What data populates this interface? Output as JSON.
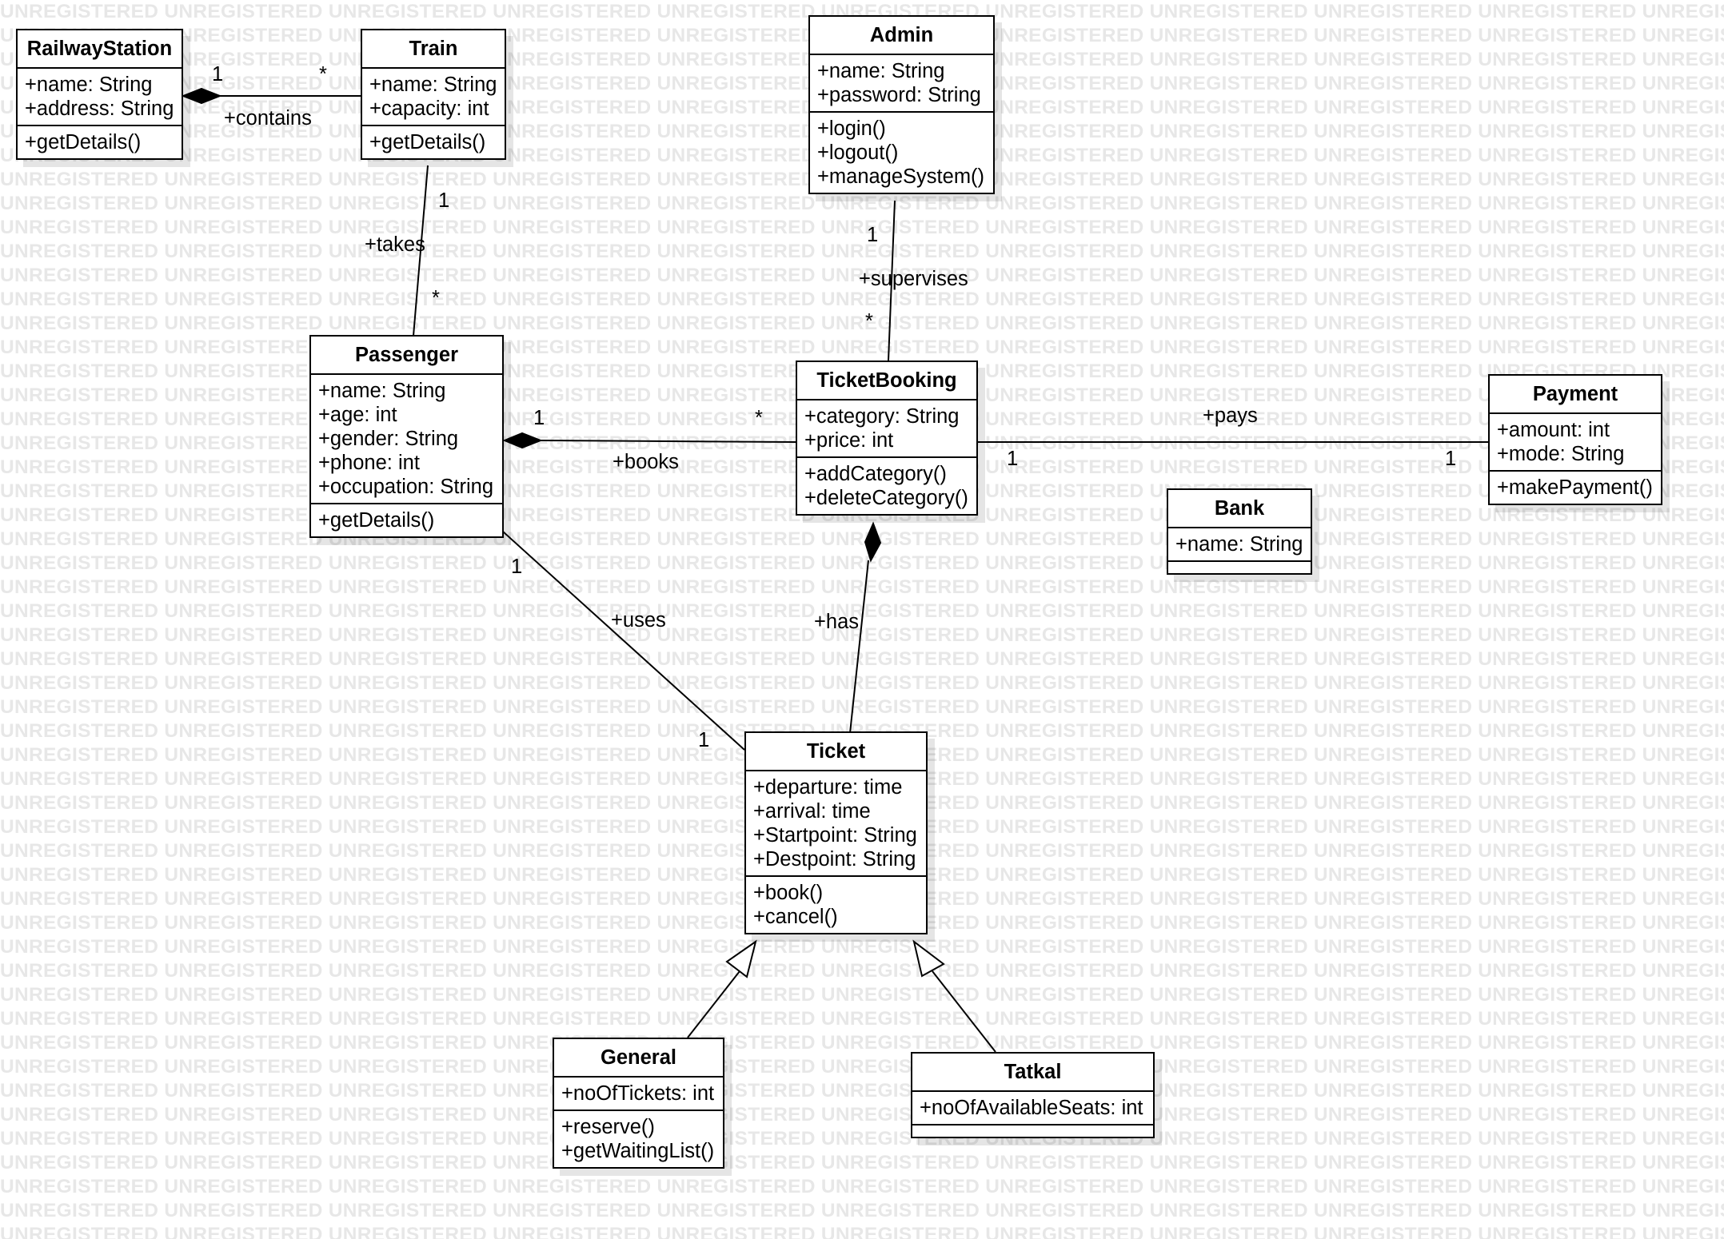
{
  "watermark_text": "UNREGISTERED",
  "classes": {
    "railway_station": {
      "name": "RailwayStation",
      "attributes": [
        "+name: String",
        "+address: String"
      ],
      "operations": [
        "+getDetails()"
      ]
    },
    "train": {
      "name": "Train",
      "attributes": [
        "+name: String",
        "+capacity: int"
      ],
      "operations": [
        "+getDetails()"
      ]
    },
    "admin": {
      "name": "Admin",
      "attributes": [
        "+name: String",
        "+password: String"
      ],
      "operations": [
        "+login()",
        "+logout()",
        "+manageSystem()"
      ]
    },
    "passenger": {
      "name": "Passenger",
      "attributes": [
        "+name: String",
        "+age: int",
        "+gender: String",
        "+phone: int",
        "+occupation: String"
      ],
      "operations": [
        "+getDetails()"
      ]
    },
    "ticket_booking": {
      "name": "TicketBooking",
      "attributes": [
        "+category: String",
        "+price: int"
      ],
      "operations": [
        "+addCategory()",
        "+deleteCategory()"
      ]
    },
    "payment": {
      "name": "Payment",
      "attributes": [
        "+amount: int",
        "+mode: String"
      ],
      "operations": [
        "+makePayment()"
      ]
    },
    "bank": {
      "name": "Bank",
      "attributes": [
        "+name: String"
      ],
      "operations": []
    },
    "ticket": {
      "name": "Ticket",
      "attributes": [
        "+departure: time",
        "+arrival: time",
        "+Startpoint: String",
        "+Destpoint: String"
      ],
      "operations": [
        "+book()",
        "+cancel()"
      ]
    },
    "general": {
      "name": "General",
      "attributes": [
        "+noOfTickets: int"
      ],
      "operations": [
        "+reserve()",
        "+getWaitingList()"
      ]
    },
    "tatkal": {
      "name": "Tatkal",
      "attributes": [
        "+noOfAvailableSeats: int"
      ],
      "operations": []
    }
  },
  "relations": {
    "contains": {
      "label": "+contains",
      "source_mult": "1",
      "target_mult": "*"
    },
    "takes": {
      "label": "+takes",
      "source_mult": "1",
      "target_mult": "*"
    },
    "supervises": {
      "label": "+supervises",
      "source_mult": "1",
      "target_mult": "*"
    },
    "books": {
      "label": "+books",
      "source_mult": "1",
      "target_mult": "*"
    },
    "pays": {
      "label": "+pays",
      "source_mult": "1",
      "target_mult": "1"
    },
    "has": {
      "label": "+has"
    },
    "uses": {
      "label": "+uses",
      "source_mult": "1",
      "target_mult": "1"
    }
  }
}
